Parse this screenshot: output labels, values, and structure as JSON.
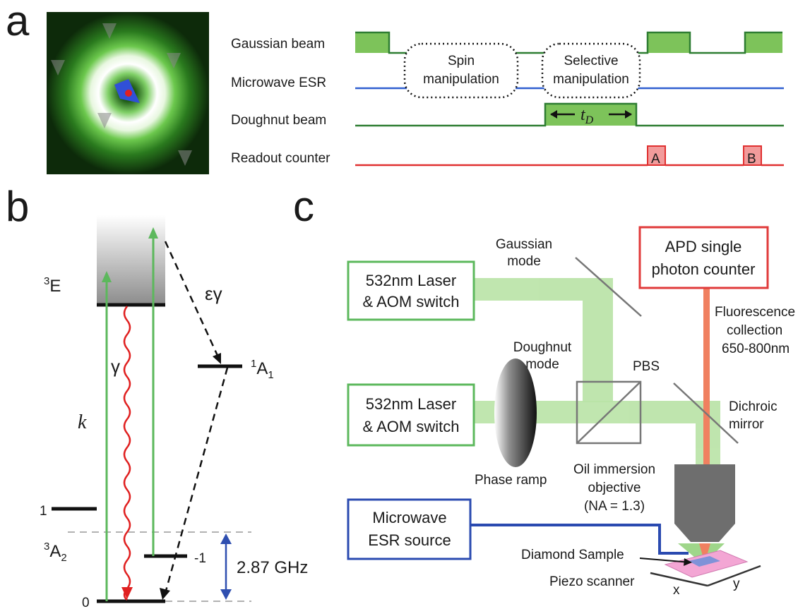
{
  "panels": {
    "a": "a",
    "b": "b",
    "c": "c"
  },
  "timing": {
    "rows": [
      "Gaussian beam",
      "Microwave ESR",
      "Doughnut beam",
      "Readout counter"
    ],
    "spin_box": [
      "Spin",
      "manipulation"
    ],
    "selective_box": [
      "Selective",
      "manipulation"
    ],
    "tD_base": "t",
    "tD_sub": "D",
    "pulse_a": "A",
    "pulse_b": "B",
    "colors": {
      "gaussian": "#2e7d32",
      "gaussian_fill": "#7dc35a",
      "microwave": "#2f5fd0",
      "doughnut": "#2e7d32",
      "readout": "#e03030",
      "readout_fill": "#f29b9b"
    }
  },
  "levels": {
    "excited_sup": "3",
    "excited_main": "E",
    "singlet_sup": "1",
    "singlet_main": "A",
    "singlet_sub": "1",
    "ground_sup": "3",
    "ground_main": "A",
    "ground_sub": "2",
    "gamma": "γ",
    "eps_gamma": "εγ",
    "k": "k",
    "level_1": "1",
    "level_0": "0",
    "level_m1": "-1",
    "splitting": "2.87 GHz",
    "colors": {
      "pump": "#5cb85c",
      "decay": "#e02020",
      "split": "#2f4fb0"
    }
  },
  "setup": {
    "laser1": [
      "532nm Laser",
      "& AOM switch"
    ],
    "laser2": [
      "532nm Laser",
      "& AOM switch"
    ],
    "apd": [
      "APD single",
      "photon counter"
    ],
    "microwave": [
      "Microwave",
      "ESR source"
    ],
    "gaussian_mode": [
      "Gaussian",
      "mode"
    ],
    "doughnut_mode": [
      "Doughnut",
      "mode"
    ],
    "pbs": "PBS",
    "fluorescence": [
      "Fluorescence",
      "collection",
      "650-800nm"
    ],
    "dichroic": [
      "Dichroic",
      "mirror"
    ],
    "phase_ramp": "Phase ramp",
    "objective": [
      "Oil immersion",
      "objective",
      "(NA = 1.3)"
    ],
    "diamond": "Diamond Sample",
    "piezo": "Piezo scanner",
    "axis_x": "x",
    "axis_y": "y",
    "colors": {
      "laser_box": "#5cb85c",
      "apd_box": "#e03a3a",
      "mw_box": "#2a4ab0",
      "beam": "#b9e3a6",
      "fluor": "#f08060"
    }
  }
}
